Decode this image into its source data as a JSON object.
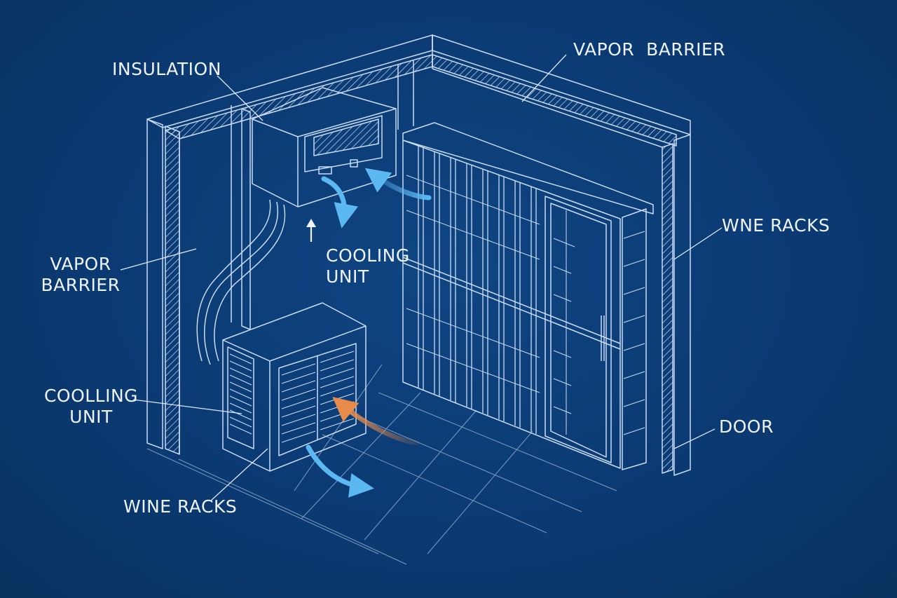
{
  "diagram": {
    "colors": {
      "background": "#0b3a73",
      "line": "#c9dcf5",
      "cool_air": "#5cb8f0",
      "warm_air": "#e88b4a",
      "text": "#eef4ff"
    },
    "labels": {
      "insulation": "INSULATION",
      "vapor_barrier_top": "VAPOR  BARRIER",
      "wine_racks_right": "WNE RACKS",
      "vapor_barrier_left_line1": "VAPOR",
      "vapor_barrier_left_line2": "BARRIER",
      "cooling_unit_center_line1": "COOLING",
      "cooling_unit_center_line2": "UNIT",
      "cooling_unit_left_line1": "COOLLING",
      "cooling_unit_left_line2": "UNIT",
      "door": "DOOR",
      "wine_racks_bottom": "WINE RACKS"
    },
    "arrows": {
      "cool_air_icon": "curved-arrow-blue",
      "warm_air_icon": "curved-arrow-orange",
      "up_icon": "up-arrow"
    }
  }
}
